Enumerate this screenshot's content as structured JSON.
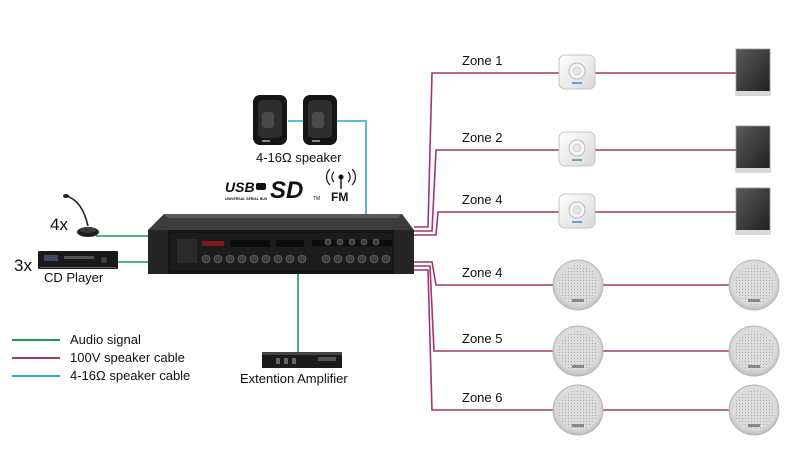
{
  "zones": [
    {
      "label": "Zone 1",
      "speaker": "wall"
    },
    {
      "label": "Zone 2",
      "speaker": "wall"
    },
    {
      "label": "Zone 4",
      "speaker": "wall"
    },
    {
      "label": "Zone 4",
      "speaker": "ceiling"
    },
    {
      "label": "Zone 5",
      "speaker": "ceiling"
    },
    {
      "label": "Zone 6",
      "speaker": "ceiling"
    }
  ],
  "devices": {
    "speaker_label": "4-16Ω speaker",
    "mic_count": "4x",
    "cd_count": "3x",
    "cd_label": "CD Player",
    "extension_label": "Extention Amplifier"
  },
  "logos": {
    "usb": "USB",
    "usb_sub": "UNIVERSAL SERIAL BUS",
    "sd": "SD",
    "fm": "FM"
  },
  "legend": [
    {
      "label": "Audio signal",
      "color": "#1f9a5a"
    },
    {
      "label": "100V speaker cable",
      "color": "#a2366f"
    },
    {
      "label": "4-16Ω speaker cable",
      "color": "#2aa6c9"
    }
  ],
  "colors": {
    "audio": "#1f9a5a",
    "speaker_100v": "#a2366f",
    "speaker_lowz": "#2aa6c9"
  }
}
